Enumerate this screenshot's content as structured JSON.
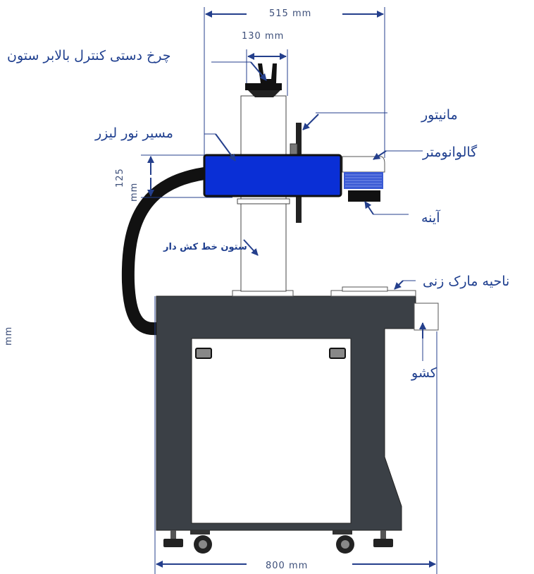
{
  "labels": {
    "handwheel": "چرخ دستی کنترل بالابر ستون",
    "laser_path": "مسیر نور لیزر",
    "monitor": "مانیتور",
    "galvanometer": "گالوانومتر",
    "mirror": "آینه",
    "column": "ستون خط کش دار",
    "marking_area": "ناحیه مارک زنی",
    "drawer": "کشو"
  },
  "dimensions": {
    "width_top": "515 mm",
    "handwheel_width": "130 mm",
    "beam_height_value": "125",
    "beam_height_unit": "mm",
    "side_unit": "mm",
    "width_bottom": "800 mm"
  },
  "colors": {
    "laser_housing": "#0a2fd6",
    "cabinet": "#3b4046",
    "fiber_cable": "#111111",
    "arrow": "#243f8c",
    "label_text": "#1f3f8f"
  }
}
